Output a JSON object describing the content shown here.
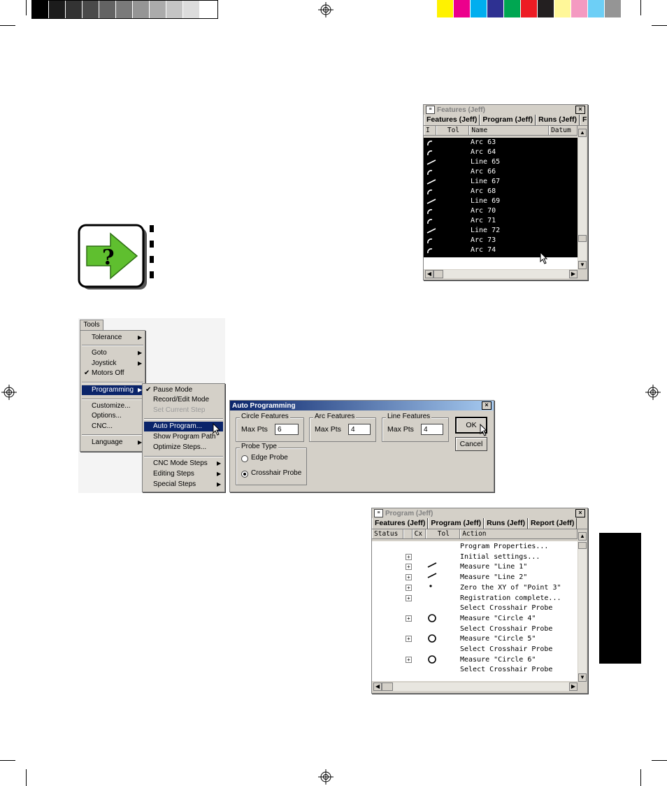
{
  "colors": {
    "gray_bar": [
      "#000000",
      "#1c1c1c",
      "#333333",
      "#4a4a4a",
      "#636363",
      "#7a7a7a",
      "#959595",
      "#ababab",
      "#c4c4c4",
      "#dcdcdc",
      "#ffffff"
    ],
    "color_bar": [
      "#fff200",
      "#ec008c",
      "#00aeef",
      "#2e3192",
      "#00a651",
      "#ed1c24",
      "#231f20",
      "#fff799",
      "#f49ac1",
      "#6dcff6",
      "#959595"
    ],
    "side_tab": "#000000",
    "selection": "#0a246a",
    "accent_green": "#5fbf2f"
  },
  "features_window": {
    "title": "Features (Jeff)",
    "tabs": [
      "Features (Jeff)",
      "Program (Jeff)",
      "Runs (Jeff)",
      "F"
    ],
    "columns": [
      "I",
      "Tol",
      "Name",
      "Datum"
    ],
    "rows": [
      {
        "icon": "arc-icon",
        "name": "Arc 63"
      },
      {
        "icon": "arc-icon",
        "name": "Arc 64"
      },
      {
        "icon": "line-icon",
        "name": "Line 65"
      },
      {
        "icon": "arc-icon",
        "name": "Arc 66"
      },
      {
        "icon": "line-icon",
        "name": "Line 67"
      },
      {
        "icon": "arc-icon",
        "name": "Arc 68"
      },
      {
        "icon": "line-icon",
        "name": "Line 69"
      },
      {
        "icon": "arc-icon",
        "name": "Arc 70"
      },
      {
        "icon": "arc-icon",
        "name": "Arc 71"
      },
      {
        "icon": "line-icon",
        "name": "Line 72"
      },
      {
        "icon": "arc-icon",
        "name": "Arc 73"
      },
      {
        "icon": "arc-icon",
        "name": "Arc 74"
      }
    ]
  },
  "tools_menu": {
    "title": "Tools",
    "items": [
      "Tolerance",
      "Goto",
      "Joystick",
      "Motors Off",
      "Programming",
      "Customize...",
      "Options...",
      "CNC...",
      "Language"
    ]
  },
  "programming_submenu": {
    "items": [
      "Pause Mode",
      "Record/Edit Mode",
      "Set Current Step",
      "Auto Program...",
      "Show Program Path",
      "Optimize Steps...",
      "CNC Mode Steps",
      "Editing Steps",
      "Special Steps"
    ]
  },
  "auto_programming_dialog": {
    "title": "Auto Programming",
    "circle_group": "Circle Features",
    "arc_group": "Arc Features",
    "line_group": "Line Features",
    "max_pts_label": "Max Pts",
    "circle_max_pts": "6",
    "arc_max_pts": "4",
    "line_max_pts": "4",
    "ok_label": "OK",
    "cancel_label": "Cancel",
    "probe_group": "Probe Type",
    "probe_options": [
      "Edge Probe",
      "Crosshair Probe"
    ],
    "probe_selected": "Crosshair Probe"
  },
  "program_window": {
    "title": "Program (Jeff)",
    "tabs": [
      "Features (Jeff)",
      "Program (Jeff)",
      "Runs (Jeff)",
      "Report (Jeff)"
    ],
    "columns": [
      "Status",
      "",
      "Cx",
      "Tol",
      "Action"
    ],
    "rows": [
      {
        "expand": false,
        "icon": "",
        "action": "Program Properties..."
      },
      {
        "expand": true,
        "icon": "",
        "action": "Initial settings..."
      },
      {
        "expand": true,
        "icon": "line-icon",
        "action": "Measure \"Line 1\""
      },
      {
        "expand": true,
        "icon": "line-icon",
        "action": "Measure \"Line 2\""
      },
      {
        "expand": true,
        "icon": "point-icon",
        "action": "Zero the XY of \"Point 3\""
      },
      {
        "expand": true,
        "icon": "",
        "action": "Registration complete..."
      },
      {
        "expand": false,
        "icon": "",
        "action": "Select Crosshair Probe"
      },
      {
        "expand": true,
        "icon": "circle-icon",
        "action": "Measure \"Circle 4\""
      },
      {
        "expand": false,
        "icon": "",
        "action": "Select Crosshair Probe"
      },
      {
        "expand": true,
        "icon": "circle-icon",
        "action": "Measure \"Circle 5\""
      },
      {
        "expand": false,
        "icon": "",
        "action": "Select Crosshair Probe"
      },
      {
        "expand": true,
        "icon": "circle-icon",
        "action": "Measure \"Circle 6\""
      },
      {
        "expand": false,
        "icon": "",
        "action": "Select Crosshair Probe"
      }
    ]
  }
}
